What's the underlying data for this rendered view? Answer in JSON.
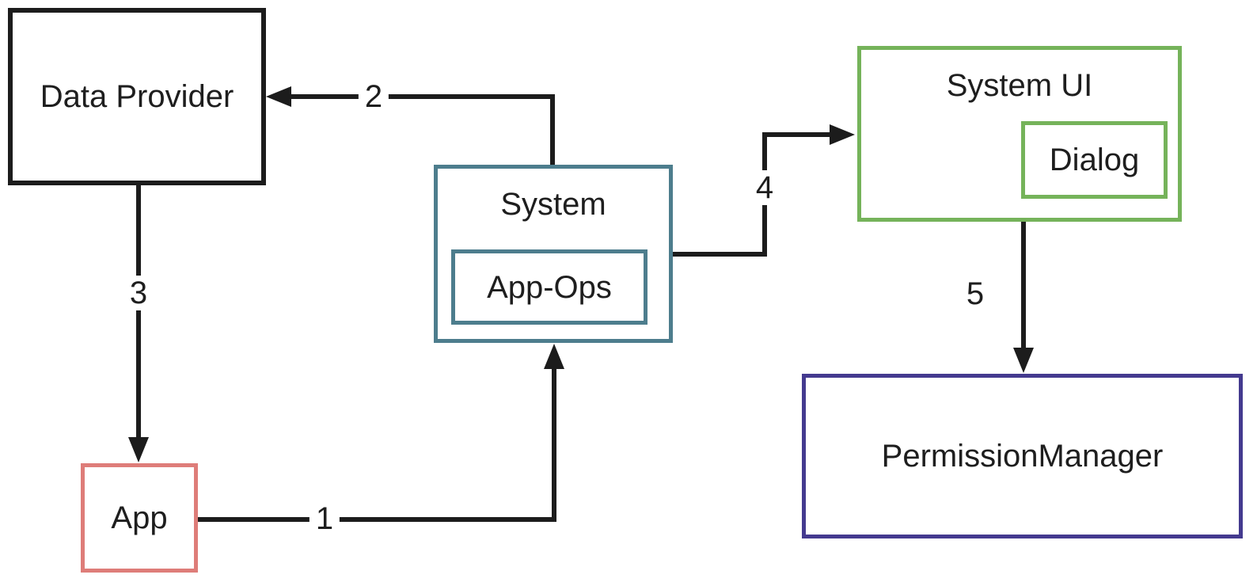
{
  "diagram": {
    "type": "flow-diagram",
    "background": "#ffffff",
    "line_color": "#1c1c1c",
    "text_color": "#1e1e1e",
    "nodes": {
      "data_provider": {
        "label": "Data Provider",
        "border_color": "#1c1c1c"
      },
      "app": {
        "label": "App",
        "border_color": "#de7d79"
      },
      "system": {
        "label": "System",
        "border_color": "#4d7d8d"
      },
      "app_ops": {
        "label": "App-Ops",
        "border_color": "#4d7d8d"
      },
      "system_ui": {
        "label": "System UI",
        "border_color": "#75b35a"
      },
      "dialog": {
        "label": "Dialog",
        "border_color": "#75b35a"
      },
      "permission_manager": {
        "label": "PermissionManager",
        "border_color": "#443a8f"
      }
    },
    "edges": [
      {
        "label": "1",
        "from": "App",
        "to": "System"
      },
      {
        "label": "2",
        "from": "System",
        "to": "Data Provider"
      },
      {
        "label": "3",
        "from": "Data Provider",
        "to": "App"
      },
      {
        "label": "4",
        "from": "System",
        "to": "System UI"
      },
      {
        "label": "5",
        "from": "System UI",
        "to": "PermissionManager"
      }
    ]
  }
}
